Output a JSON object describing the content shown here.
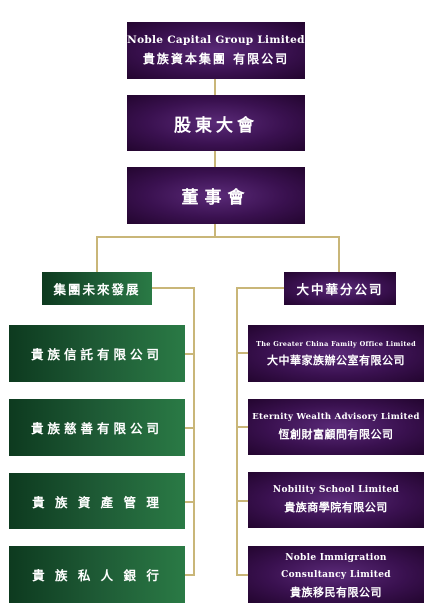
{
  "top": {
    "en": "Noble Capital Group Limited",
    "zh": "貴族資本集團 有限公司"
  },
  "shareholders": "股東大會",
  "board": "董事會",
  "left_branch": {
    "title": "集團未來發展",
    "items": [
      "貴族信託有限公司",
      "貴族慈善有限公司",
      "貴 族 資 產 管 理",
      "貴 族 私 人 銀 行"
    ]
  },
  "right_branch": {
    "title": "大中華分公司",
    "items": [
      {
        "en": "The Greater China Family Office Limited",
        "zh": "大中華家族辦公室有限公司"
      },
      {
        "en": "Eternity Wealth Advisory Limited",
        "zh": "恆創財富顧問有限公司"
      },
      {
        "en": "Nobility School Limited",
        "zh": "貴族商學院有限公司"
      },
      {
        "en": "Noble Immigration Consultancy Limited",
        "zh": "貴族移民有限公司"
      }
    ]
  }
}
